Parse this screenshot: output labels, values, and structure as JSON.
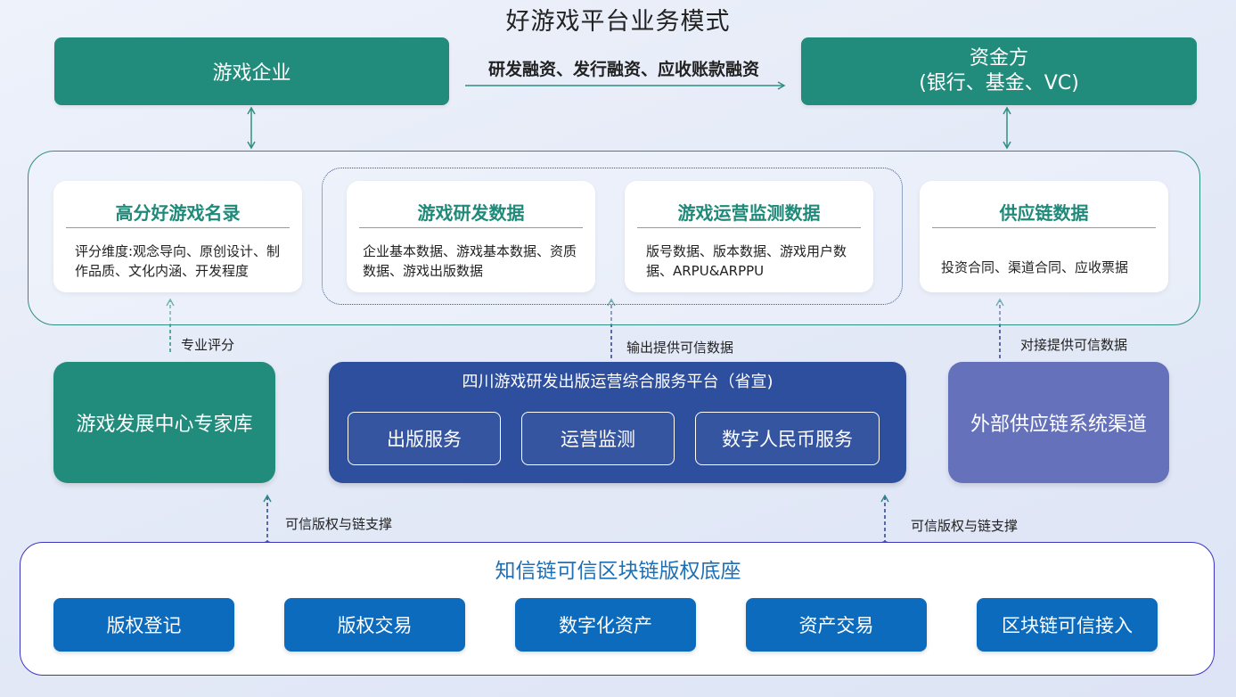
{
  "title": "好游戏平台业务模式",
  "top": {
    "enterprise": "游戏企业",
    "financing": "研发融资、发行融资、应收账款融资",
    "funder_line1": "资金方",
    "funder_line2": "(银行、基金、VC)"
  },
  "cards": [
    {
      "title": "高分好游戏名录",
      "body": "评分维度:观念导向、原创设计、制作品质、文化内涵、开发程度"
    },
    {
      "title": "游戏研发数据",
      "body": "企业基本数据、游戏基本数据、资质数据、游戏出版数据"
    },
    {
      "title": "游戏运营监测数据",
      "body": "版号数据、版本数据、游戏用户数据、ARPU&ARPPU"
    },
    {
      "title": "供应链数据",
      "body": "投资合同、渠道合同、应收票据"
    }
  ],
  "labels": {
    "expert_score": "专业评分",
    "output_data": "输出提供可信数据",
    "dock_data": "对接提供可信数据",
    "support_left": "可信版权与链支撑",
    "support_right": "可信版权与链支撑"
  },
  "middle": {
    "expert_library": "游戏发展中心专家库",
    "platform_title": "四川游戏研发出版运营综合服务平台（省宣)",
    "services": [
      "出版服务",
      "运营监测",
      "数字人民币服务"
    ],
    "supply_channel": "外部供应链系统渠道"
  },
  "bottom": {
    "title": "知信链可信区块链版权底座",
    "buttons": [
      "版权登记",
      "版权交易",
      "数字化资产",
      "资产交易",
      "区块链可信接入"
    ]
  },
  "colors": {
    "teal": "#218b7c",
    "platform_blue": "#2d4f9e",
    "purple": "#6572bb",
    "button_blue": "#0d6bbd",
    "title_teal": "#1f8a79"
  }
}
